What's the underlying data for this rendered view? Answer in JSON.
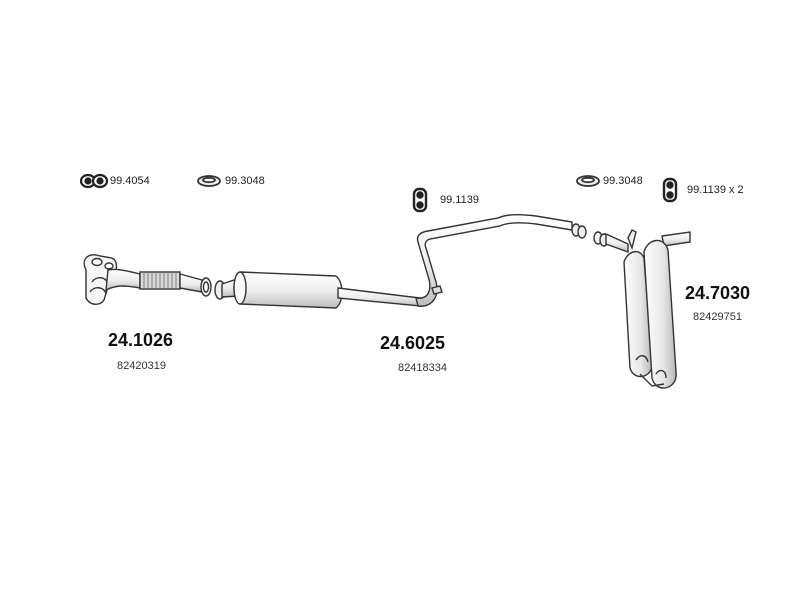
{
  "accessories": [
    {
      "icon": "double-ring-gasket-icon",
      "code": "99.4054"
    },
    {
      "icon": "flat-ring-icon",
      "code": "99.3048"
    },
    {
      "icon": "rubber-hanger-icon",
      "code": "99.1139"
    },
    {
      "icon": "flat-ring-icon",
      "code": "99.3048"
    },
    {
      "icon": "rubber-hanger-icon",
      "code": "99.1139 x 2"
    }
  ],
  "parts": [
    {
      "name": "front-pipe",
      "number": "24.1026",
      "oem": "82420319"
    },
    {
      "name": "middle-silencer",
      "number": "24.6025",
      "oem": "82418334"
    },
    {
      "name": "rear-silencer",
      "number": "24.7030",
      "oem": "82429751"
    }
  ],
  "colors": {
    "line": "#333333",
    "fill": "#f4f4f4",
    "shade": "#d8d8d8",
    "text": "#222222"
  }
}
